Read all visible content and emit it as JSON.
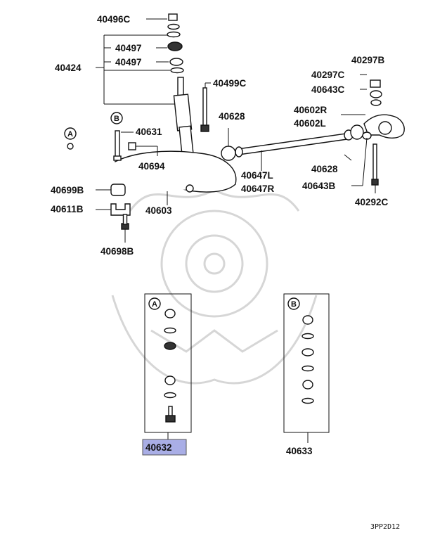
{
  "labels": {
    "p40496C": "40496C",
    "p40497a": "40497",
    "p40497b": "40497",
    "p40424": "40424",
    "p40499C": "40499C",
    "p40297B": "40297B",
    "p40297C": "40297C",
    "p40643C": "40643C",
    "p40602R": "40602R",
    "p40602L": "40602L",
    "p40628a": "40628",
    "p40631": "40631",
    "p40694": "40694",
    "p40647L": "40647L",
    "p40647R": "40647R",
    "p40628b": "40628",
    "p40643B": "40643B",
    "p40292C": "40292C",
    "p40699B": "40699B",
    "p40611B": "40611B",
    "p40603": "40603",
    "p40698B": "40698B",
    "p40632": "40632",
    "p40633": "40633"
  },
  "callouts": {
    "a": "A",
    "b": "B"
  },
  "highlight_color": "#a9aee6",
  "diagram_code": "3PP2D12"
}
